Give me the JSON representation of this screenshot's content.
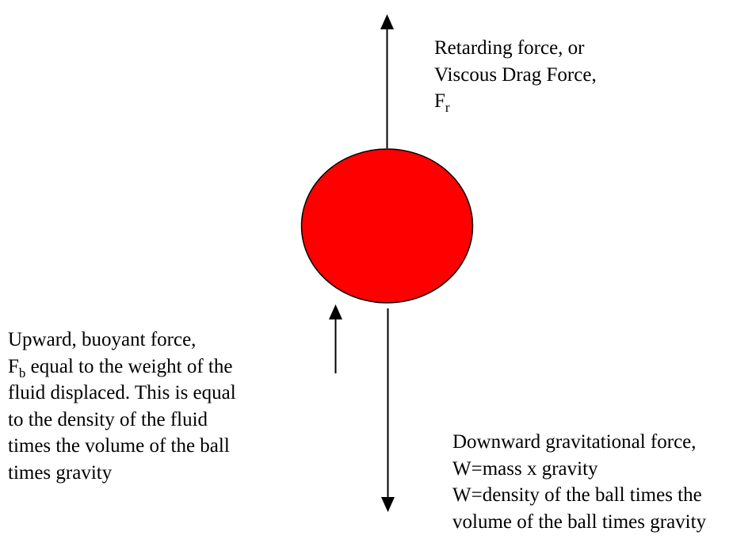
{
  "colors": {
    "ball": "#ff0000",
    "ball_outline": "#000000",
    "arrows": "#000000",
    "background": "#ffffff"
  },
  "drag_label": {
    "line1": "Retarding force, or",
    "line2": "Viscous Drag Force,",
    "symbol": "F",
    "subscript": "r"
  },
  "buoyant_label": {
    "line1": "Upward, buoyant force,",
    "symbol": "F",
    "subscript": "b",
    "line2_rest": " equal to the weight of the",
    "line3": "fluid displaced.  This is equal",
    "line4": "to the density of the fluid",
    "line5": "times the volume of the ball",
    "line6": "times gravity"
  },
  "gravity_label": {
    "line1": "Downward gravitational force,",
    "line2": "W=mass x gravity",
    "line3": "W=density of the ball times the",
    "line4": "volume of the ball times gravity"
  }
}
